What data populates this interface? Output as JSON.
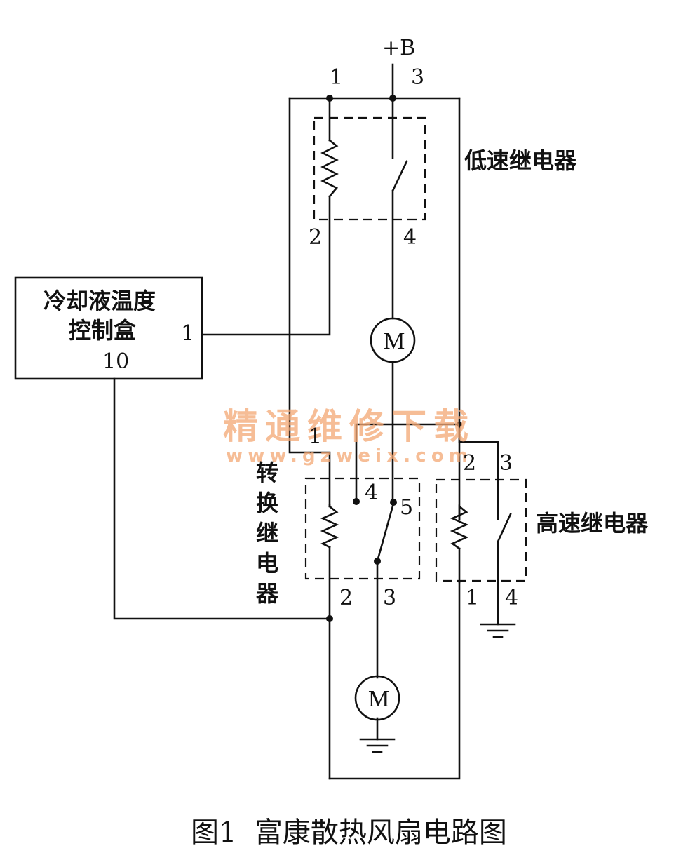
{
  "supply": {
    "label": "+B"
  },
  "low_relay": {
    "name": "低速继电器",
    "pin1": "1",
    "pin2": "2",
    "pin3": "3",
    "pin4": "4"
  },
  "control_box": {
    "line1": "冷却液温度",
    "line2": "控制盒",
    "pin1": "1",
    "pin10": "10"
  },
  "switch_relay": {
    "name": [
      "转",
      "换",
      "继",
      "电",
      "器"
    ],
    "pin1": "1",
    "pin2": "2",
    "pin3": "3",
    "pin4": "4",
    "pin5": "5"
  },
  "high_relay": {
    "name": "高速继电器",
    "pin1": "1",
    "pin2": "2",
    "pin3": "3",
    "pin4": "4"
  },
  "motor_upper": {
    "label": "M"
  },
  "motor_lower": {
    "label": "M"
  },
  "watermark": {
    "line1": "精通维修下载",
    "line2": "www.gzweix.com"
  },
  "caption": "图1  富康散热风扇电路图"
}
